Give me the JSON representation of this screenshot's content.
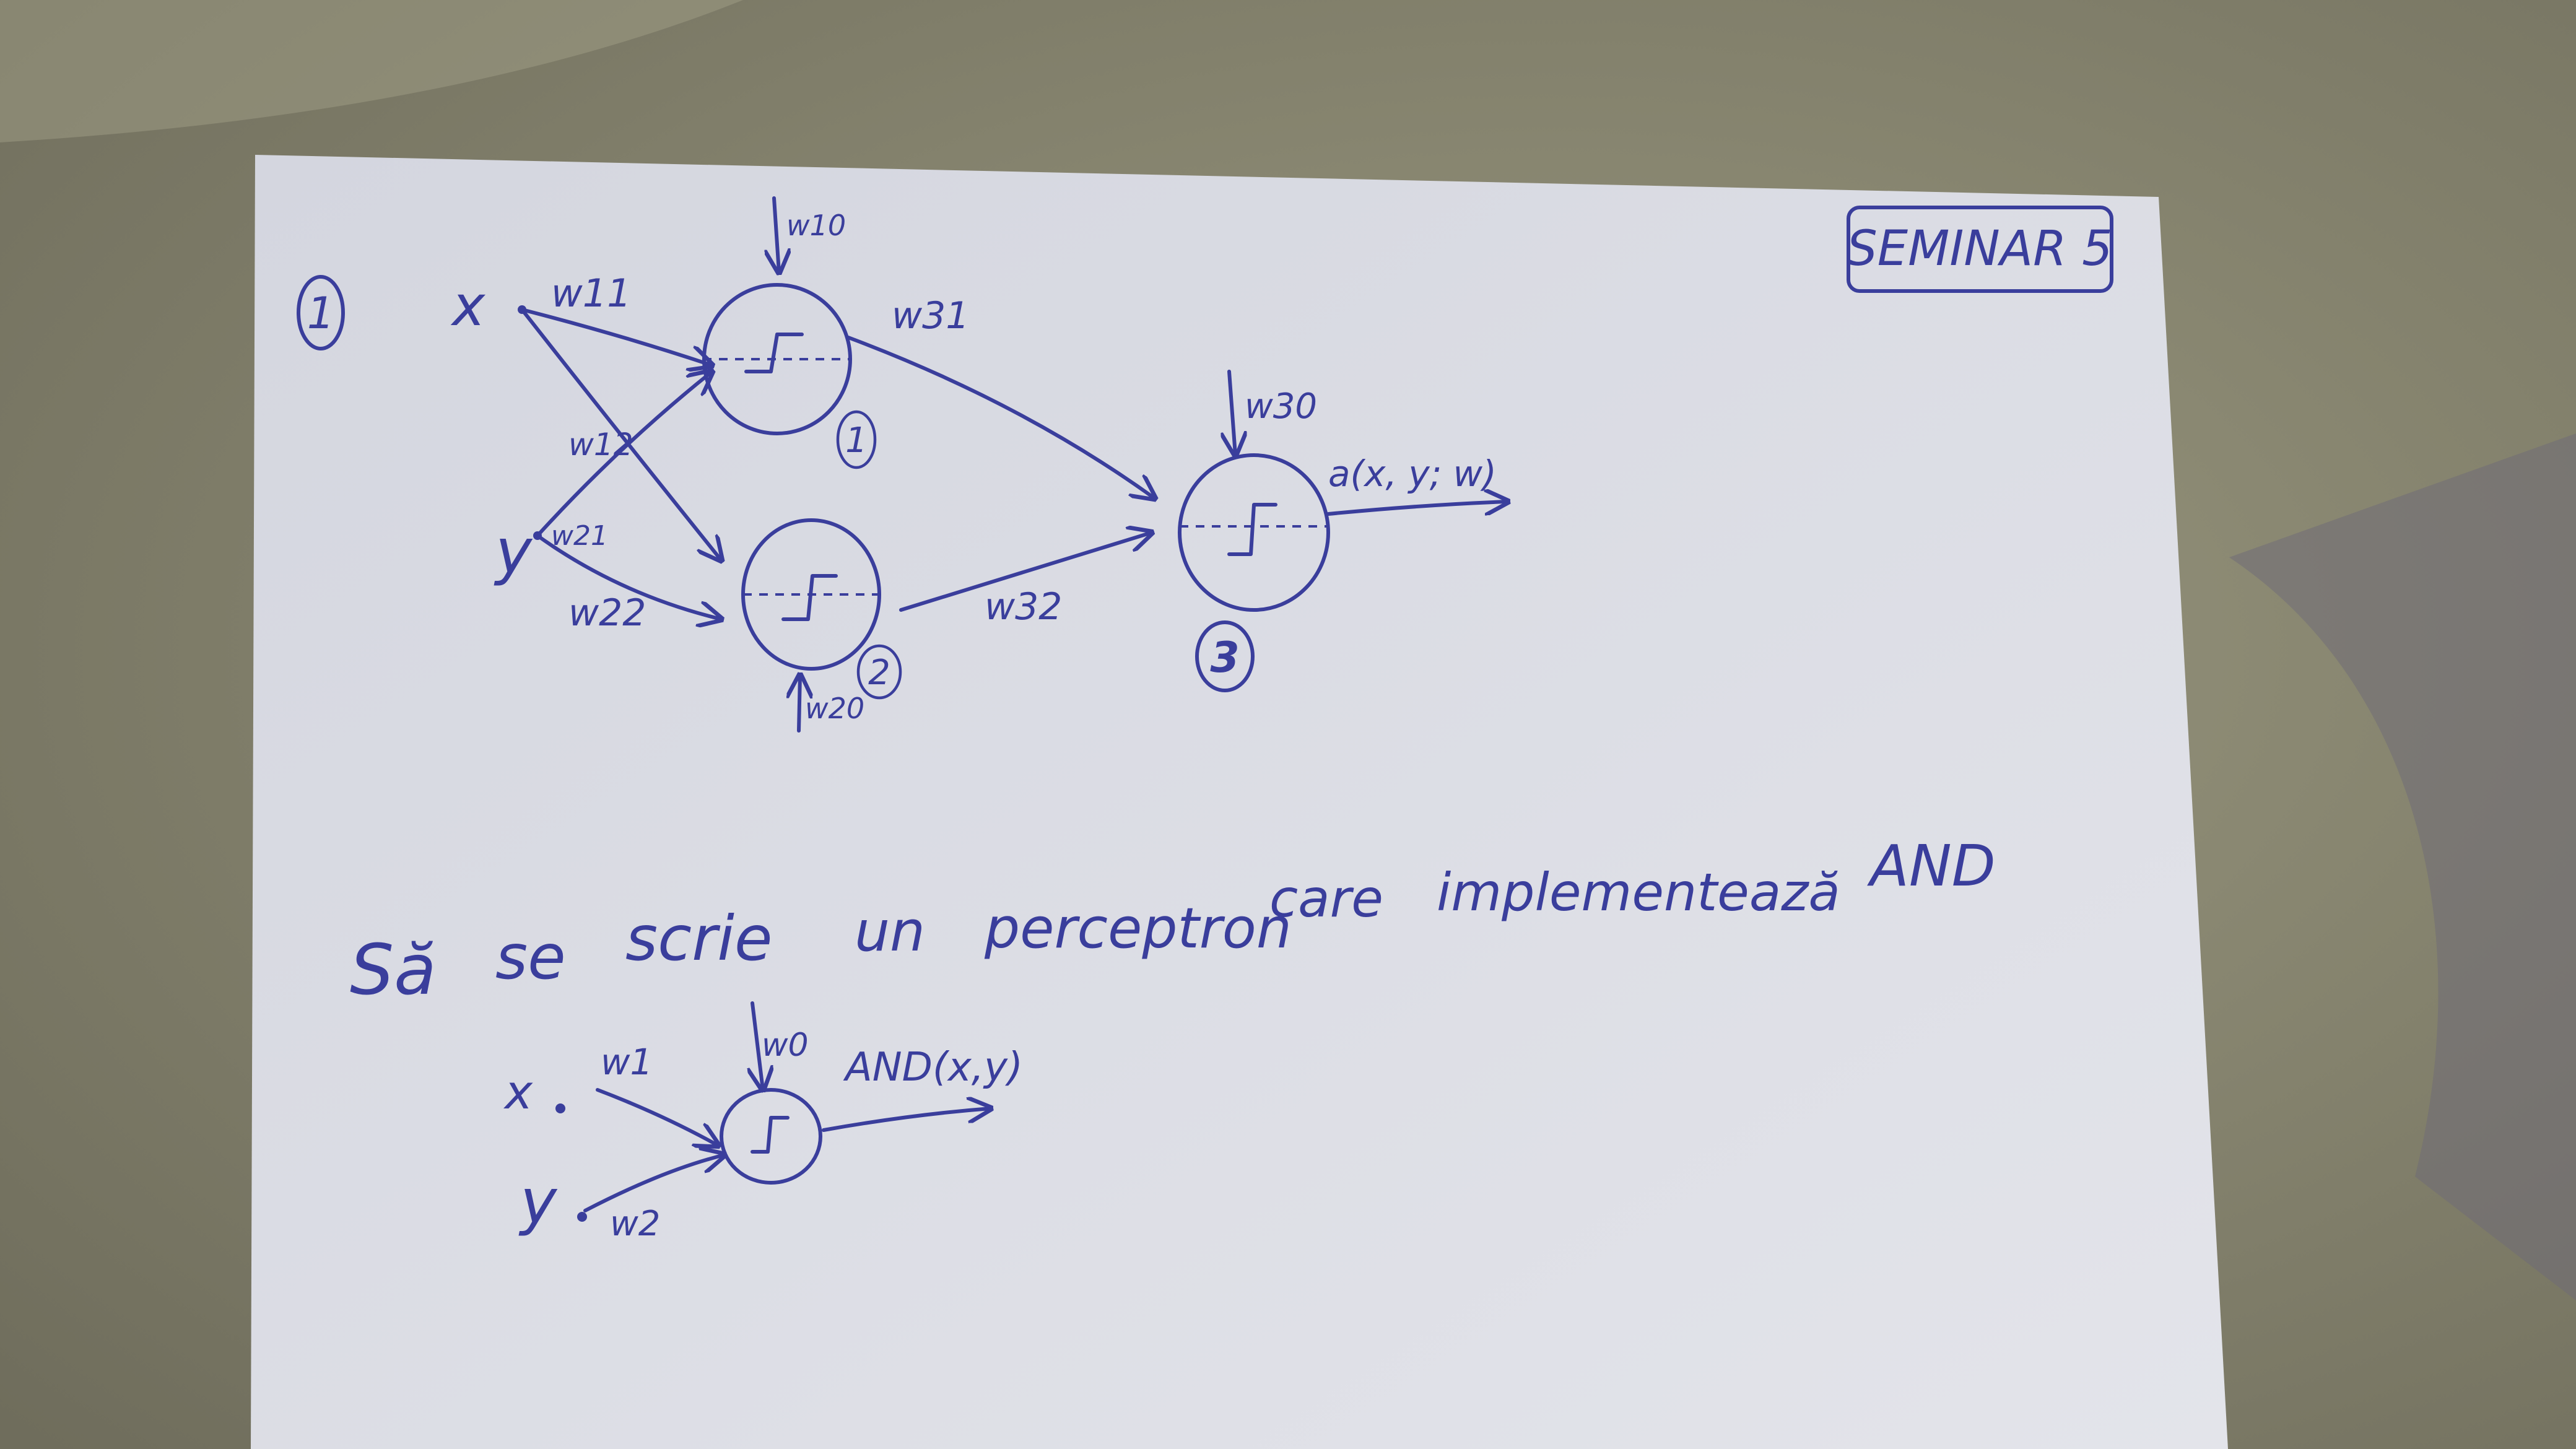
{
  "title_box": "SEMINAR 5",
  "problem_number": "1",
  "network": {
    "inputs": [
      "x",
      "y"
    ],
    "weights": {
      "w11": "w11",
      "w12": "w12",
      "w21": "w21",
      "w22": "w22",
      "w10": "w10",
      "w20": "w20",
      "w30": "w30",
      "w31": "w31",
      "w32": "w32"
    },
    "neuron_labels": [
      "1",
      "2",
      "3"
    ],
    "output": "a(x, y; w)"
  },
  "task": {
    "words": [
      "Să",
      "se",
      "scrie",
      "un",
      "perceptron",
      "care",
      "implementează",
      "AND"
    ]
  },
  "perceptron": {
    "inputs": [
      "x",
      "y"
    ],
    "weights": {
      "w1": "w1",
      "w2": "w2",
      "w0": "w0"
    },
    "output": "AND(x,y)"
  },
  "colors": {
    "ink": "#3a3e9c",
    "paper": "#dcdde4",
    "fabric": "#8a8873"
  }
}
